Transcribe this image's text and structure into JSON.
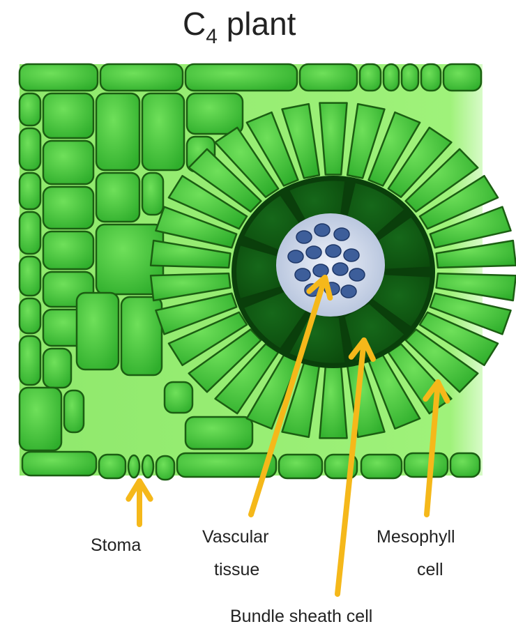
{
  "title": {
    "text": "C",
    "subscript": "4",
    "suffix": " plant"
  },
  "labels": {
    "stoma": "Stoma",
    "vascular_line1": "Vascular",
    "vascular_line2": "tissue",
    "mesophyll_line1": "Mesophyll",
    "mesophyll_line2": "cell",
    "bundle_sheath": "Bundle sheath cell"
  },
  "colors": {
    "background": "#ffffff",
    "tissue_background": "#9ff27a",
    "cell_fill": "#3ec23a",
    "cell_highlight": "#62dc50",
    "cell_stroke": "#1b5e12",
    "bundle_sheath_fill": "#0f5a10",
    "bundle_sheath_dark": "#0a3f0b",
    "vascular_fill": "#c8d4e8",
    "vascular_cell": "#3d5e9a",
    "arrow": "#f5b81a"
  }
}
